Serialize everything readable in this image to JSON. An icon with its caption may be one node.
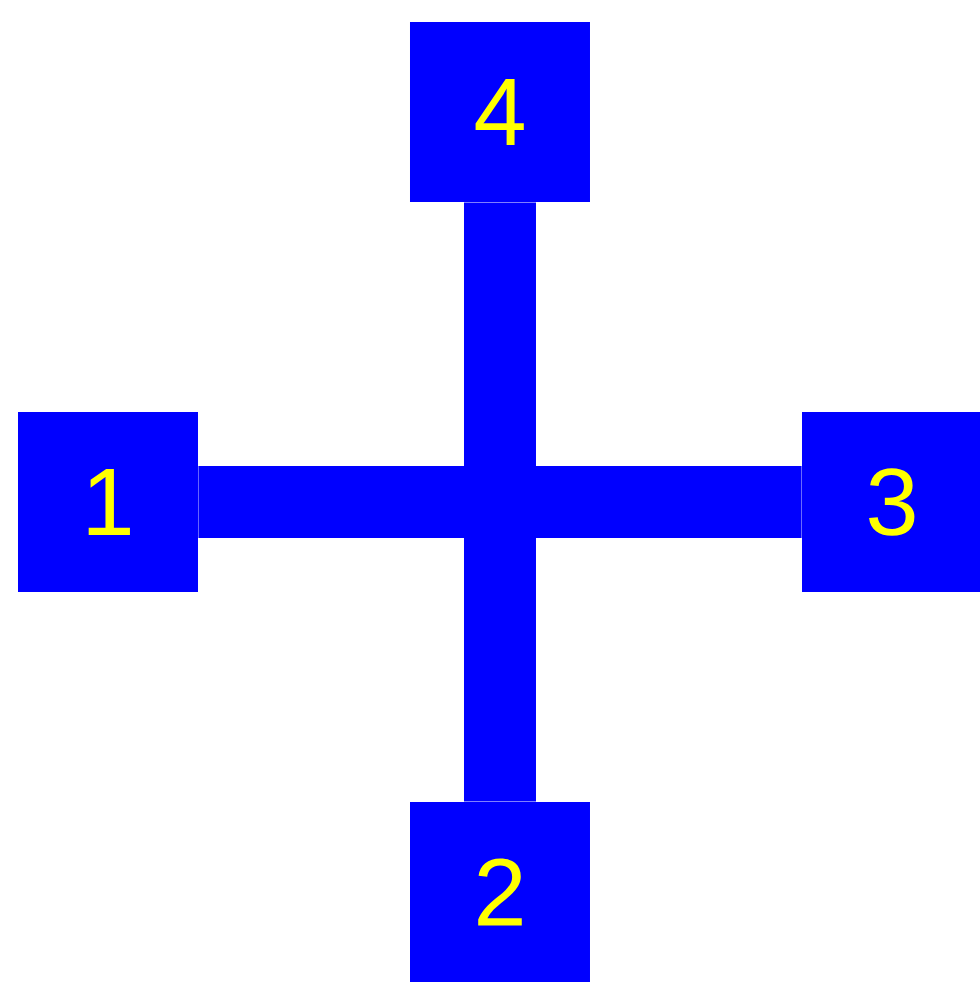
{
  "diagram": {
    "nodes": [
      {
        "text": [
          "4"
        ]
      },
      {
        "text": [
          "1"
        ]
      },
      {
        "text": [
          "3"
        ]
      },
      {
        "text": [
          "2"
        ]
      }
    ],
    "edges": [
      {
        "from": 1,
        "to": 2,
        "arrow": "none"
      },
      {
        "from": 0,
        "to": 3,
        "arrow": "none"
      }
    ]
  }
}
